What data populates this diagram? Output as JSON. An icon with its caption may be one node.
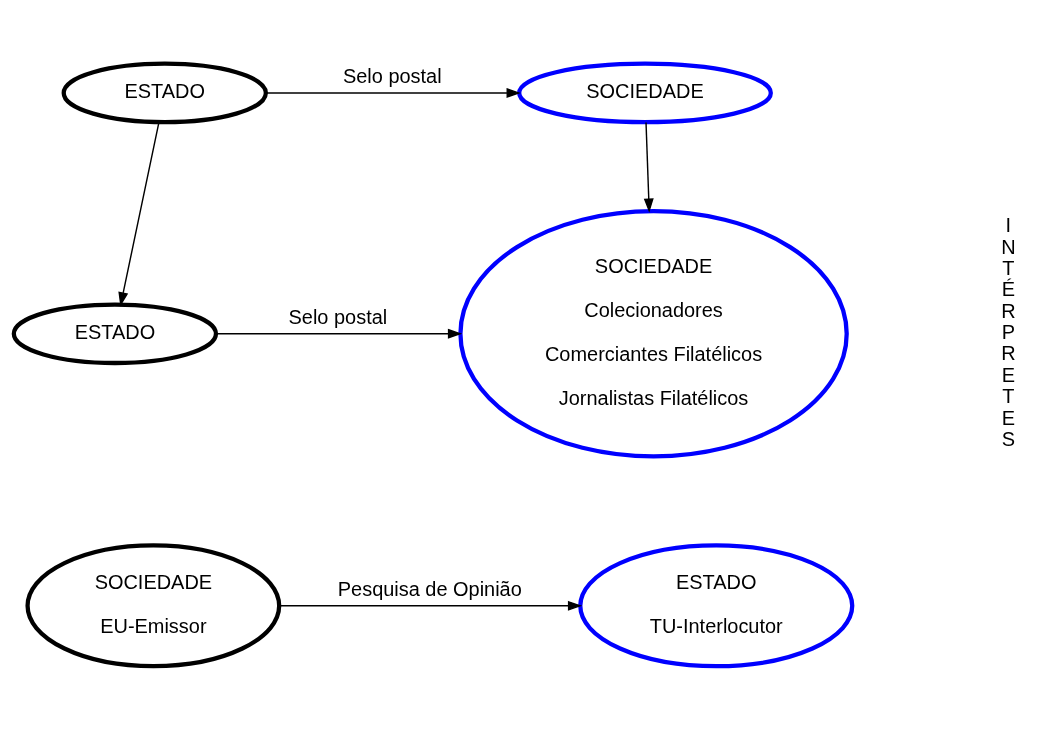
{
  "diagram": {
    "nodes": [
      {
        "text": [
          "ESTADO"
        ]
      },
      {
        "text": [
          "SOCIEDADE"
        ]
      },
      {
        "text": [
          "ESTADO"
        ]
      },
      {
        "text": [
          "SOCIEDADE",
          "Colecionadores",
          "Comerciantes Filatélicos",
          "Jornalistas Filatélicos"
        ]
      },
      {
        "text": [
          "ESTADO",
          "TU-Interlocutor"
        ]
      },
      {
        "text": [
          "SOCIEDADE",
          "EU-Emissor"
        ]
      }
    ],
    "edges": [
      {
        "from": 0,
        "to": 1,
        "arrow": "to",
        "label": "Selo postal"
      },
      {
        "from": 0,
        "to": 2,
        "arrow": "to"
      },
      {
        "from": 1,
        "to": 3,
        "arrow": "to"
      },
      {
        "from": 2,
        "to": 3,
        "arrow": "to",
        "label": "Selo postal"
      },
      {
        "from": 5,
        "to": 4,
        "arrow": "to",
        "label": "Pesquisa de Opinião"
      }
    ],
    "labels": [
      "INTÉRPRETES"
    ]
  }
}
